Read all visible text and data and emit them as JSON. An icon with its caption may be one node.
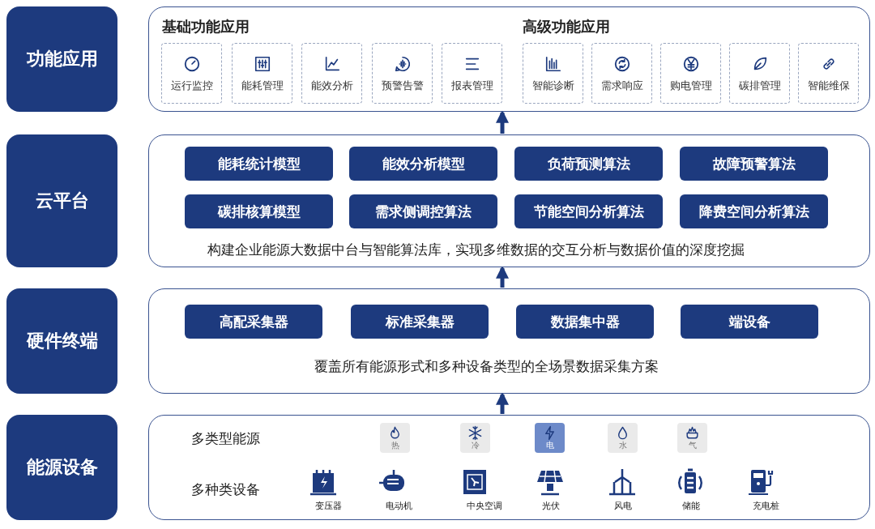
{
  "diagram": {
    "nodes": [
      {
        "text": [
          "功能应用"
        ]
      },
      {
        "text": [
          "基础功能应用",
          "高级功能应用"
        ]
      },
      {
        "text": [
          "运行监控"
        ],
        "in": 1
      },
      {
        "text": [
          "能耗管理"
        ],
        "in": 1
      },
      {
        "text": [
          "能效分析"
        ],
        "in": 1
      },
      {
        "text": [
          "预警告警"
        ],
        "in": 1
      },
      {
        "text": [
          "报表管理"
        ],
        "in": 1
      },
      {
        "text": [
          "智能诊断"
        ],
        "in": 1
      },
      {
        "text": [
          "需求响应"
        ],
        "in": 1
      },
      {
        "text": [
          "购电管理"
        ],
        "in": 1
      },
      {
        "text": [
          "碳排管理"
        ],
        "in": 1
      },
      {
        "text": [
          "智能维保"
        ],
        "in": 1
      },
      {
        "text": [
          "云平台"
        ]
      },
      {
        "text": [
          "构建企业能源大数据中台与智能算法库，实现多维数据的交互分析与数据价值的深度挖掘"
        ]
      },
      {
        "text": [
          "能耗统计模型"
        ],
        "in": 13
      },
      {
        "text": [
          "能效分析模型"
        ],
        "in": 13
      },
      {
        "text": [
          "负荷预测算法"
        ],
        "in": 13
      },
      {
        "text": [
          "故障预警算法"
        ],
        "in": 13
      },
      {
        "text": [
          "碳排核算模型"
        ],
        "in": 13
      },
      {
        "text": [
          "需求侧调控算法"
        ],
        "in": 13
      },
      {
        "text": [
          "节能空间分析算法"
        ],
        "in": 13
      },
      {
        "text": [
          "降费空间分析算法"
        ],
        "in": 13
      },
      {
        "text": [
          "硬件终端"
        ]
      },
      {
        "text": [
          "覆盖所有能源形式和多种设备类型的全场景数据采集方案"
        ]
      },
      {
        "text": [
          "高配采集器"
        ],
        "in": 23
      },
      {
        "text": [
          "标准采集器"
        ],
        "in": 23
      },
      {
        "text": [
          "数据集中器"
        ],
        "in": 23
      },
      {
        "text": [
          "端设备"
        ],
        "in": 23
      },
      {
        "text": [
          "能源设备"
        ]
      },
      {
        "text": [
          "多类型能源",
          "多种类设备"
        ]
      },
      {
        "text": [
          "热"
        ],
        "in": 29
      },
      {
        "text": [
          "冷"
        ],
        "in": 29
      },
      {
        "text": [
          "电"
        ],
        "in": 29
      },
      {
        "text": [
          "水"
        ],
        "in": 29
      },
      {
        "text": [
          "气"
        ],
        "in": 29
      },
      {
        "text": [
          "变压器"
        ],
        "in": 29
      },
      {
        "text": [
          "电动机"
        ],
        "in": 29
      },
      {
        "text": [
          "中央空调"
        ],
        "in": 29
      },
      {
        "text": [
          "光伏"
        ],
        "in": 29
      },
      {
        "text": [
          "风电"
        ],
        "in": 29
      },
      {
        "text": [
          "储能"
        ],
        "in": 29
      },
      {
        "text": [
          "充电桩"
        ],
        "in": 29
      }
    ],
    "edges": [
      {
        "from": 13,
        "to": 1,
        "arrow": "to"
      },
      {
        "from": 23,
        "to": 13,
        "arrow": "to"
      },
      {
        "from": 29,
        "to": 23,
        "arrow": "to"
      }
    ]
  }
}
